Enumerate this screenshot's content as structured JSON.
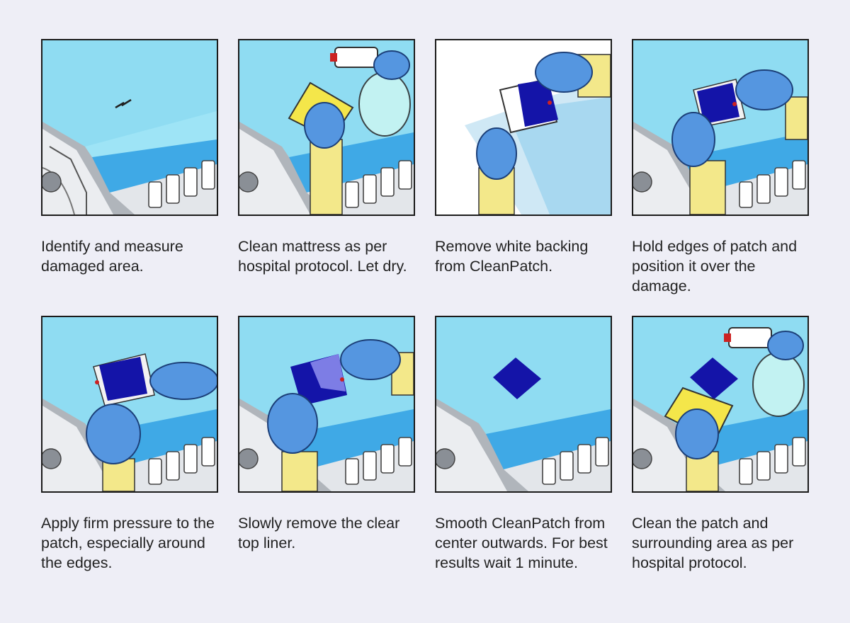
{
  "colors": {
    "background": "#eeeef6",
    "mattress": "#8fdcf2",
    "mattress_side": "#3fa9e6",
    "glove": "#5596e0",
    "sleeve": "#f3e88a",
    "patch": "#1414a8",
    "cloth": "#f4e64a",
    "frame": "#c9ccd0"
  },
  "steps": [
    {
      "caption": "Identify and measure damaged area.",
      "scene": "identify"
    },
    {
      "caption": "Clean mattress as per hospital protocol. Let dry.",
      "scene": "clean-spray"
    },
    {
      "caption": "Remove white backing from CleanPatch.",
      "scene": "remove-backing"
    },
    {
      "caption": "Hold edges of patch and position it over the damage.",
      "scene": "position-patch"
    },
    {
      "caption": "Apply firm pressure to the patch, especially around the edges.",
      "scene": "apply-pressure"
    },
    {
      "caption": "Slowly remove the clear top liner.",
      "scene": "remove-liner"
    },
    {
      "caption": "Smooth CleanPatch from center outwards. For best results wait 1 minute.",
      "scene": "smooth"
    },
    {
      "caption": "Clean the patch and surrounding area as per hospital protocol.",
      "scene": "final-clean"
    }
  ]
}
